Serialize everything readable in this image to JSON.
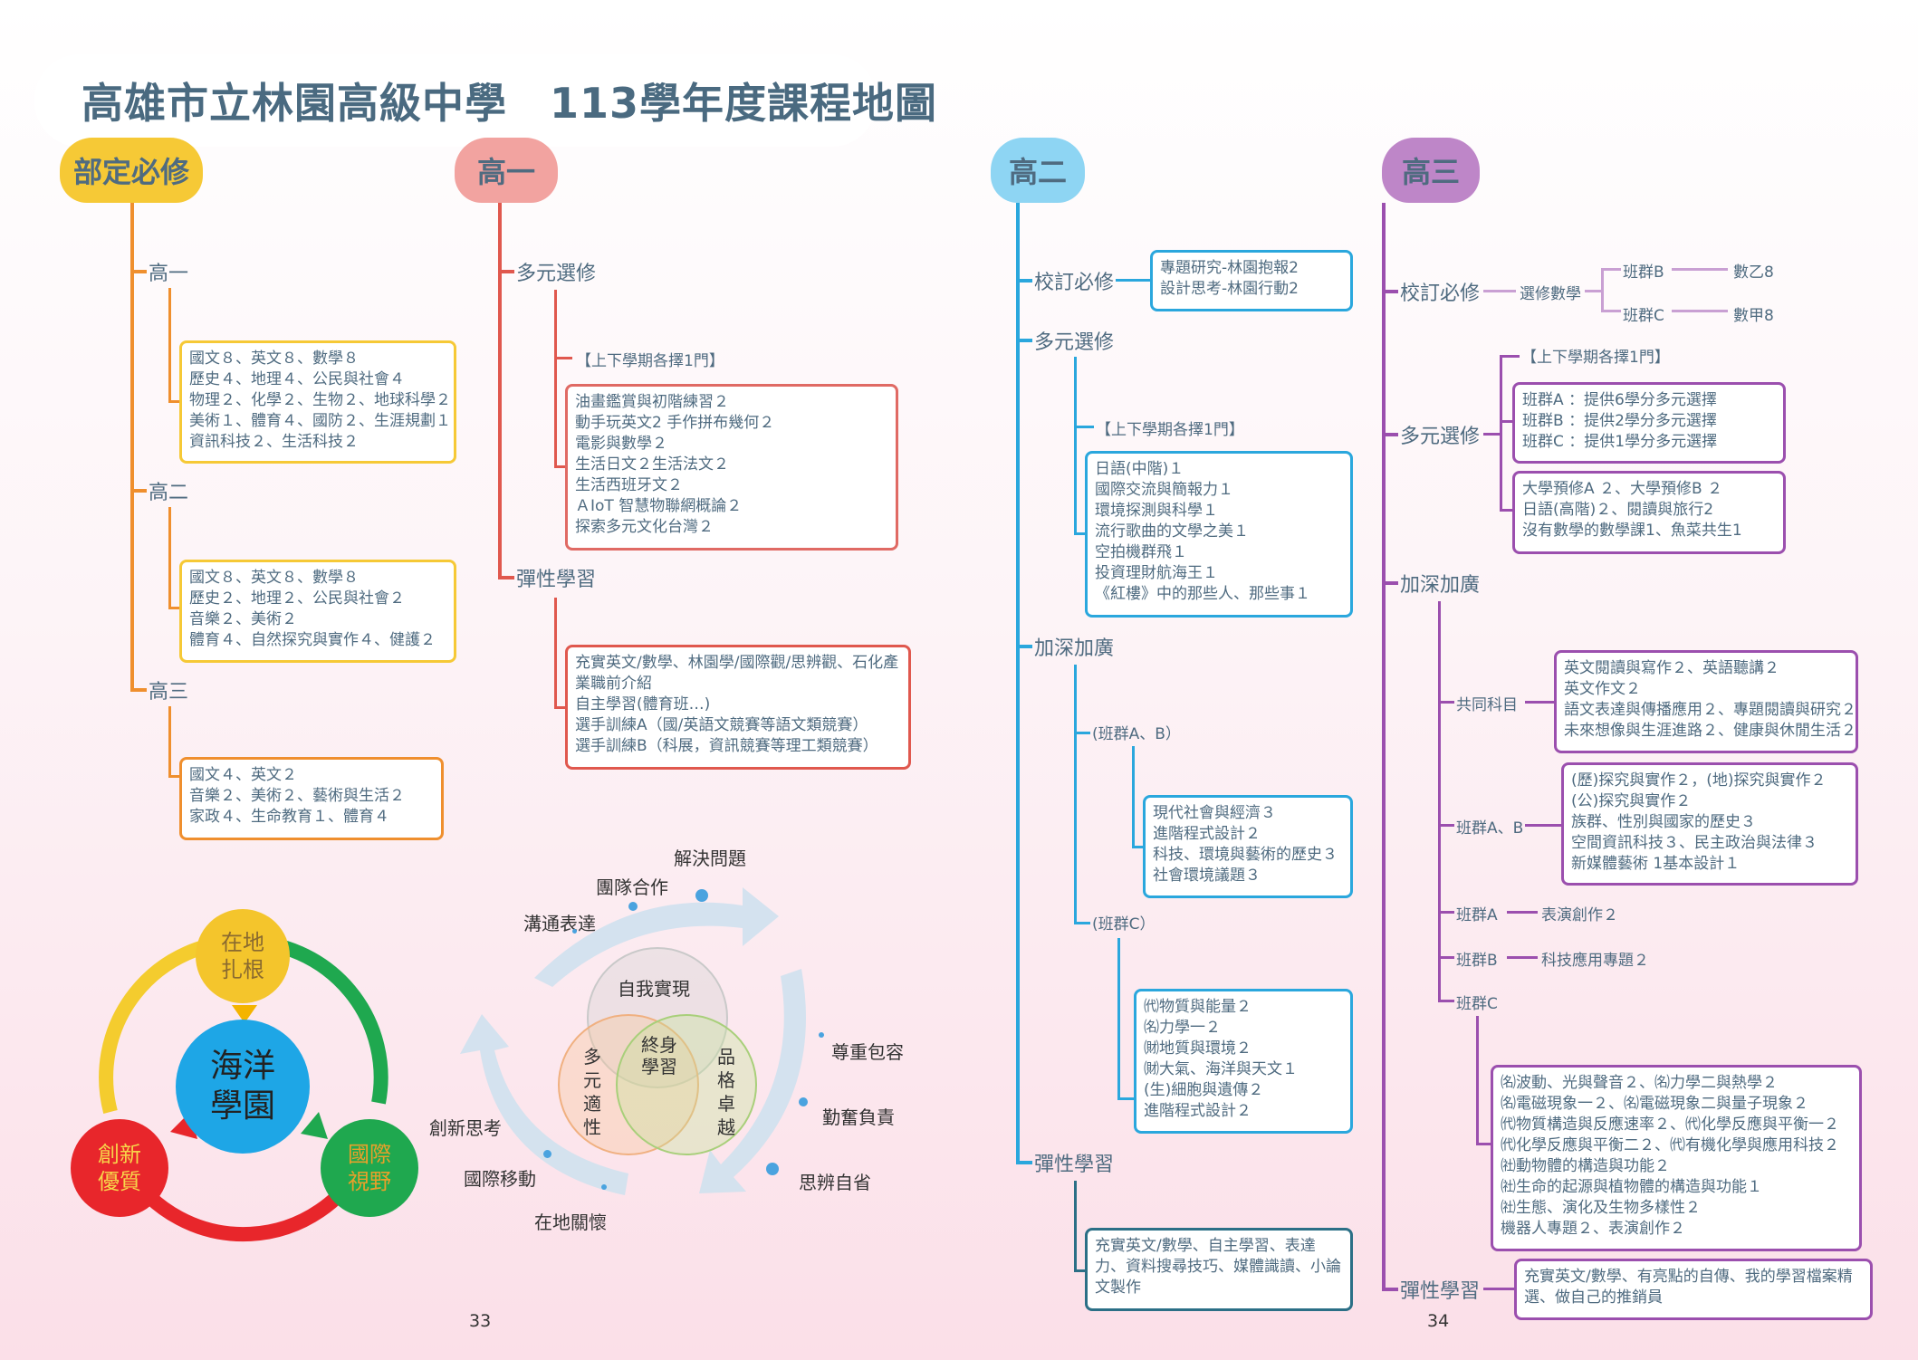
{
  "title": "高雄市立林園高級中學　113學年度課程地圖",
  "headers": {
    "required": "部定必修",
    "g10": "高一",
    "g11": "高二",
    "g12": "高三"
  },
  "required": {
    "g10": {
      "label": "高一",
      "lines": [
        "國文８、英文８、數學８",
        "歷史４、地理４、公民與社會４",
        "物理２、化學２、生物２、地球科學２",
        "美術１、體育４、國防２、生涯規劃１",
        "資訊科技２、生活科技２"
      ]
    },
    "g11": {
      "label": "高二",
      "lines": [
        "國文８、英文８、數學８",
        "歷史２、地理２、公民與社會２",
        "音樂２、美術２",
        "體育４、自然探究與實作４、健護２"
      ]
    },
    "g12": {
      "label": "高三",
      "lines": [
        "國文４、英文２",
        "音樂２、美術２、藝術與生活２",
        "家政４、生命教育１、體育４"
      ]
    }
  },
  "g10": {
    "multi": {
      "label": "多元選修",
      "note": "【上下學期各擇1門】",
      "lines": [
        "油畫鑑賞與初階練習２",
        "動手玩英文2 手作拼布幾何２",
        "電影與數學２",
        "生活日文２生活法文２",
        "生活西班牙文２",
        "ＡIoT 智慧物聯網概論２",
        "探索多元文化台灣２"
      ]
    },
    "flex": {
      "label": "彈性學習",
      "lines": [
        "充實英文/數學、林園學/國際觀/思辨觀、石化產業職前介紹",
        "自主學習(體育班…)",
        "選手訓練A（國/英語文競賽等語文類競賽）",
        "選手訓練B（科展，資訊競賽等理工類競賽）"
      ]
    }
  },
  "g11": {
    "school": {
      "label": "校訂必修",
      "lines": [
        "專題研究-林園抱報2",
        "設計思考-林園行動2"
      ]
    },
    "multi": {
      "label": "多元選修",
      "note": "【上下學期各擇1門】",
      "lines": [
        "日語(中階)１",
        "國際交流與簡報力１",
        "環境探測與科學１",
        "流行歌曲的文學之美１",
        "空拍機群飛１",
        "投資理財航海王１",
        "《紅樓》中的那些人、那些事１"
      ]
    },
    "deep": {
      "label": "加深加廣",
      "ab": {
        "label": "(班群A、B）",
        "lines": [
          "現代社會與經濟３",
          "進階程式設計２",
          "科技、環境與藝術的歷史３",
          "社會環境議題３"
        ]
      },
      "c": {
        "label": "(班群C）",
        "lines": [
          "㈹物質與能量２",
          "㈴力學一２",
          "㈶地質與環境２",
          "㈶大氣、海洋與天文１",
          "(生)細胞與遺傳２",
          "進階程式設計２"
        ]
      }
    },
    "flex": {
      "label": "彈性學習",
      "lines": [
        "充實英文/數學、自主學習、表達力、資料搜尋技巧、媒體識讀、小論文製作"
      ]
    }
  },
  "g12": {
    "school": {
      "label": "校訂必修",
      "sub": "選修數學",
      "b": "班群B",
      "b_val": "數乙8",
      "c": "班群C",
      "c_val": "數甲8"
    },
    "multi": {
      "label": "多元選修",
      "note": "【上下學期各擇1門】",
      "box1": [
        "班群A ：提供6學分多元選擇",
        "班群B ：提供2學分多元選擇",
        "班群C ：提供1學分多元選擇"
      ],
      "box2": [
        "大學預修A ２、大學預修B ２",
        "日語(高階)２、閱讀與旅行2",
        "沒有數學的數學課1、魚菜共生1"
      ]
    },
    "deep": {
      "label": "加深加廣",
      "common": {
        "label": "共同科目",
        "lines": [
          "英文閱讀與寫作２、英語聽講２",
          "英文作文２",
          "語文表達與傳播應用２、專題閱讀與研究２",
          "未來想像與生涯進路２、健康與休閒生活２"
        ]
      },
      "ab": {
        "label": "班群A、B",
        "lines": [
          "(歷)探究與實作２，(地)探究與實作２",
          "(公)探究與實作２",
          "族群、性別與國家的歷史３",
          "空間資訊科技３、民主政治與法律３",
          "新媒體藝術 1基本設計１"
        ]
      },
      "a": {
        "label": "班群A",
        "val": "表演創作２"
      },
      "b": {
        "label": "班群B",
        "val": "科技應用專題２"
      },
      "c": {
        "label": "班群C",
        "lines": [
          "㈴波動、光與聲音２、㈴力學二與熱學２",
          "㈴電磁現象一２、㈴電磁現象二與量子現象２",
          "㈹物質構造與反應速率２、㈹化學反應與平衡一２",
          "㈹化學反應與平衡二２、㈹有機化學與應用科技２",
          "㈳動物體的構造與功能２",
          "㈳生命的起源與植物體的構造與功能１",
          "㈳生態、演化及生物多樣性２",
          "機器人專題２、表演創作２"
        ]
      }
    },
    "flex": {
      "label": "彈性學習",
      "lines": [
        "充實英文/數學、有亮點的自傳、我的學習檔案精選、做自己的推銷員"
      ]
    }
  },
  "vision": {
    "center": "海洋\n學園",
    "top": "在地\n扎根",
    "left": "創新\n優質",
    "right": "國際\n視野"
  },
  "values": {
    "inner": {
      "top": "自我實現",
      "center": "終身\n學習",
      "left": "多\n元\n適\n性",
      "right": "品\n格\n卓\n越"
    },
    "top": [
      "溝通表達",
      "團隊合作",
      "解決問題"
    ],
    "right": [
      "尊重包容",
      "勤奮負責",
      "思辨自省"
    ],
    "left": [
      "創新思考",
      "國際移動",
      "在地關懷"
    ]
  },
  "pages": [
    "33",
    "34"
  ],
  "colors": {
    "orange": "#ef8f2e",
    "red": "#e0584e",
    "blue": "#2aa7dd",
    "purple": "#9b4fae",
    "darkteal": "#2b6f86"
  }
}
